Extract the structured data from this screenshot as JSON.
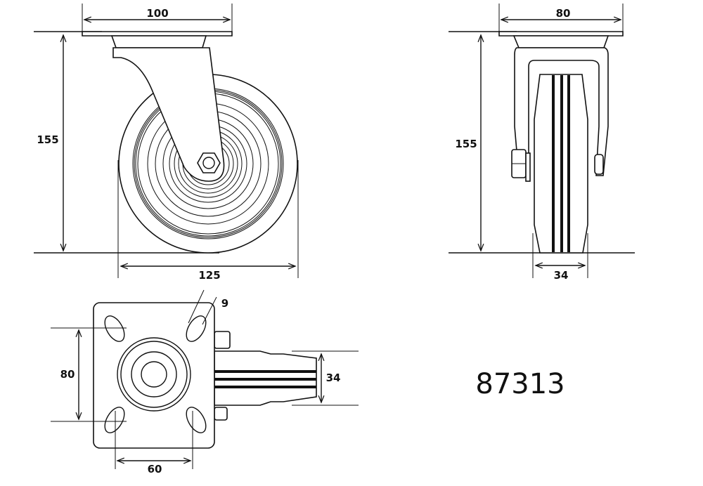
{
  "side_view": {
    "width_label": "100",
    "height_label": "155",
    "wheel_diameter_label": "125"
  },
  "front_view": {
    "width_label": "80",
    "height_label": "155",
    "wheel_width_label": "34"
  },
  "top_view": {
    "hole_label": "9",
    "hole_spacing_vertical_label": "80",
    "hole_spacing_horizontal_label": "60",
    "wheel_width_label": "34"
  },
  "part_number": "87313",
  "colors": {
    "line": "#111111",
    "background": "#ffffff"
  }
}
